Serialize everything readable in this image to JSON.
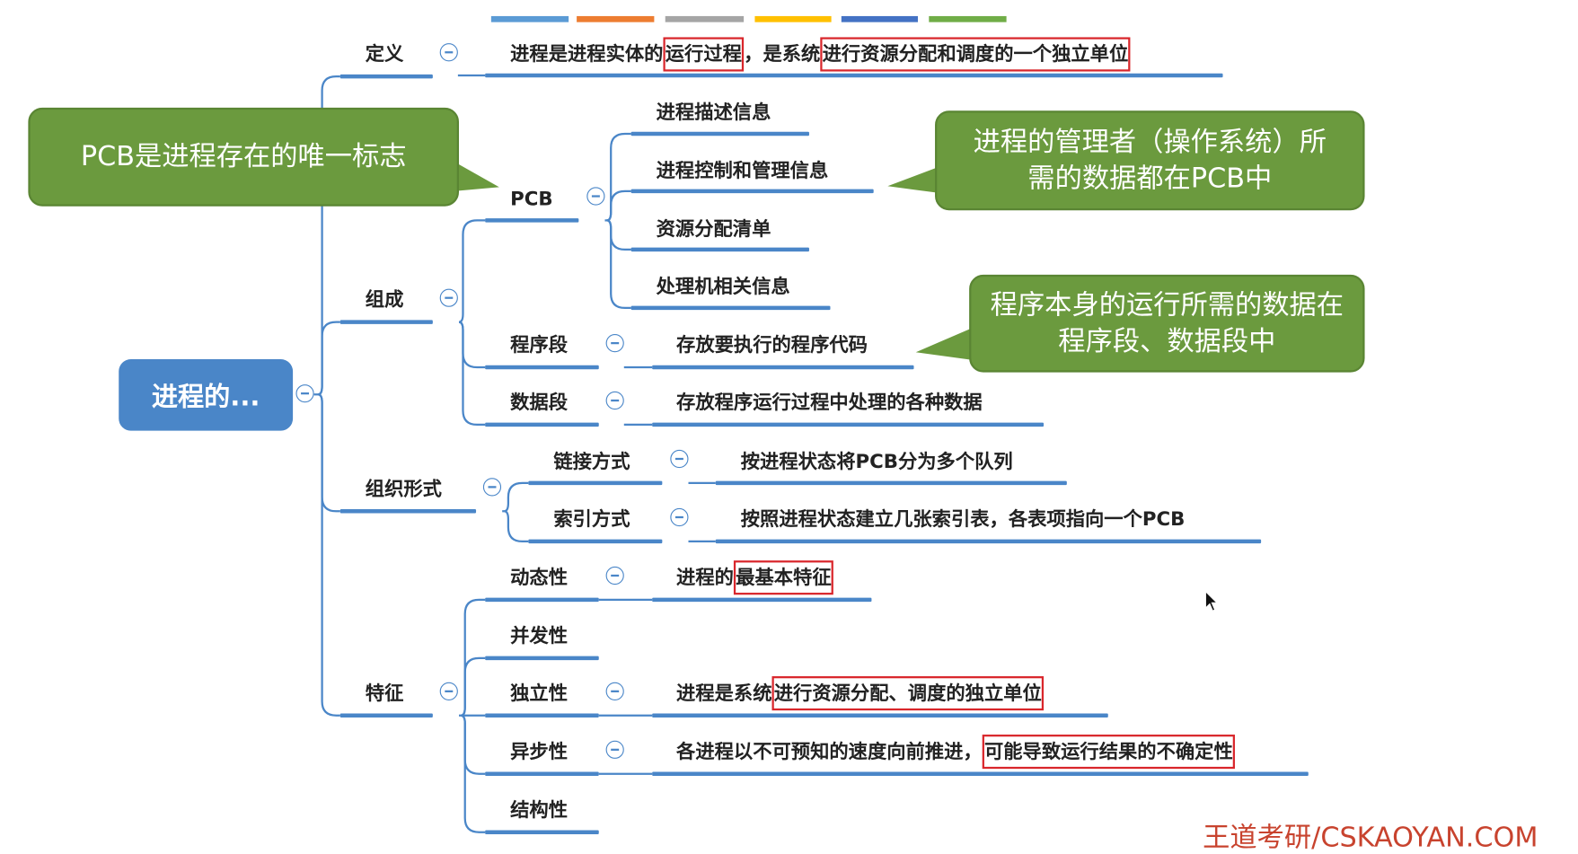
{
  "palette": [
    "#5b9bd5",
    "#ed7d31",
    "#a5a5a5",
    "#ffc000",
    "#4472c4",
    "#70ad47"
  ],
  "root": "进程的...",
  "definition": {
    "label": "定义",
    "parts": [
      {
        "text": "进程是进程实体的",
        "hl": false
      },
      {
        "text": "运行过程",
        "hl": true
      },
      {
        "text": "，是系统",
        "hl": false
      },
      {
        "text": "进行资源分配和调度的一个独立单位",
        "hl": true
      }
    ]
  },
  "composition": {
    "label": "组成",
    "pcb": {
      "label": "PCB",
      "items": [
        "进程描述信息",
        "进程控制和管理信息",
        "资源分配清单",
        "处理机相关信息"
      ]
    },
    "program": {
      "label": "程序段",
      "desc": "存放要执行的程序代码"
    },
    "data": {
      "label": "数据段",
      "desc": "存放程序运行过程中处理的各种数据"
    }
  },
  "organization": {
    "label": "组织形式",
    "link": {
      "label": "链接方式",
      "desc": "按进程状态将PCB分为多个队列"
    },
    "index": {
      "label": "索引方式",
      "desc": "按照进程状态建立几张索引表，各表项指向一个PCB"
    }
  },
  "features": {
    "label": "特征",
    "dynamic": {
      "label": "动态性",
      "parts": [
        {
          "text": "进程的",
          "hl": false
        },
        {
          "text": "最基本特征",
          "hl": true
        }
      ]
    },
    "concurrent": {
      "label": "并发性"
    },
    "independent": {
      "label": "独立性",
      "parts": [
        {
          "text": "进程是系统",
          "hl": false
        },
        {
          "text": "进行资源分配、调度的独立单位",
          "hl": true
        }
      ]
    },
    "async": {
      "label": "异步性",
      "parts": [
        {
          "text": "各进程以不可预知的速度向前推进，",
          "hl": false
        },
        {
          "text": "可能导致运行结果的不确定性",
          "hl": true
        }
      ]
    },
    "structural": {
      "label": "结构性"
    }
  },
  "callouts": [
    "PCB是进程存在的唯一标志",
    "进程的管理者（操作系统）所需的数据都在PCB中",
    "程序本身的运行所需的数据在程序段、数据段中"
  ],
  "watermark": "王道考研/CSKAOYAN.COM"
}
